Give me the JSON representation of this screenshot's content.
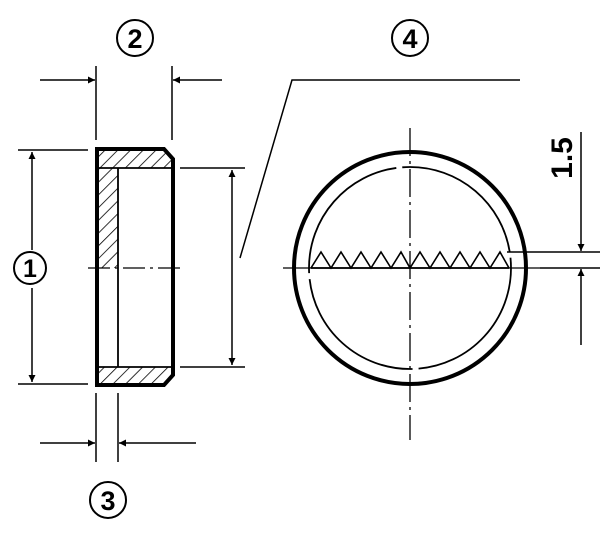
{
  "labels": {
    "one": "1",
    "two": "2",
    "three": "3",
    "four": "4"
  },
  "dimension": {
    "thickness": "1.5"
  },
  "colors": {
    "line": "#000000",
    "background": "#ffffff"
  }
}
